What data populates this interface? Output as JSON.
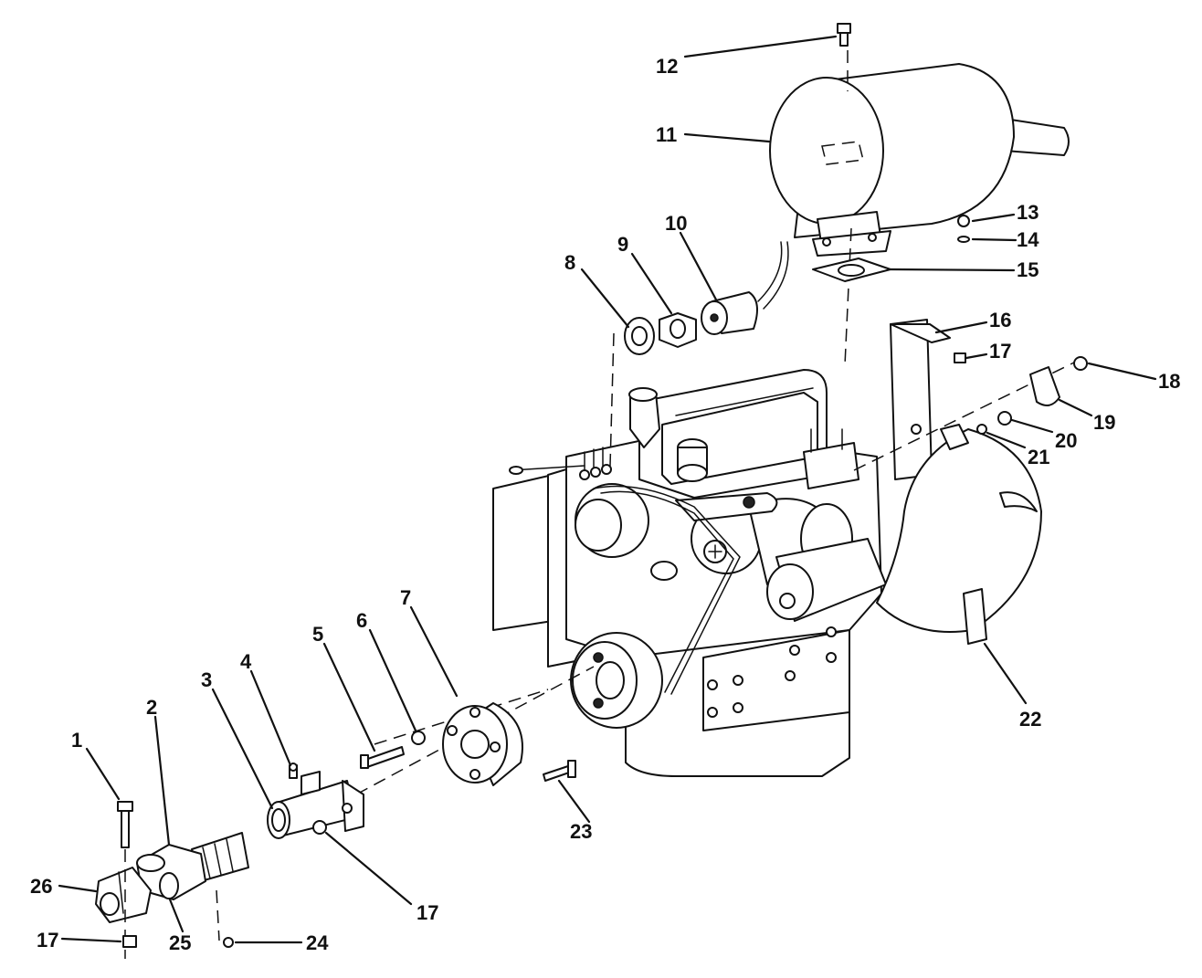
{
  "diagram": {
    "callouts": [
      {
        "id": "c1",
        "label": "1"
      },
      {
        "id": "c2",
        "label": "2"
      },
      {
        "id": "c3",
        "label": "3"
      },
      {
        "id": "c4",
        "label": "4"
      },
      {
        "id": "c5",
        "label": "5"
      },
      {
        "id": "c6",
        "label": "6"
      },
      {
        "id": "c7",
        "label": "7"
      },
      {
        "id": "c8",
        "label": "8"
      },
      {
        "id": "c9",
        "label": "9"
      },
      {
        "id": "c10",
        "label": "10"
      },
      {
        "id": "c11",
        "label": "11"
      },
      {
        "id": "c12",
        "label": "12"
      },
      {
        "id": "c13",
        "label": "13"
      },
      {
        "id": "c14",
        "label": "14"
      },
      {
        "id": "c15",
        "label": "15"
      },
      {
        "id": "c16",
        "label": "16"
      },
      {
        "id": "c17a",
        "label": "17"
      },
      {
        "id": "c18",
        "label": "18"
      },
      {
        "id": "c19",
        "label": "19"
      },
      {
        "id": "c20",
        "label": "20"
      },
      {
        "id": "c21",
        "label": "21"
      },
      {
        "id": "c22",
        "label": "22"
      },
      {
        "id": "c23",
        "label": "23"
      },
      {
        "id": "c17b",
        "label": "17"
      },
      {
        "id": "c17c",
        "label": "17"
      },
      {
        "id": "c24",
        "label": "24"
      },
      {
        "id": "c25",
        "label": "25"
      },
      {
        "id": "c26",
        "label": "26"
      }
    ]
  }
}
